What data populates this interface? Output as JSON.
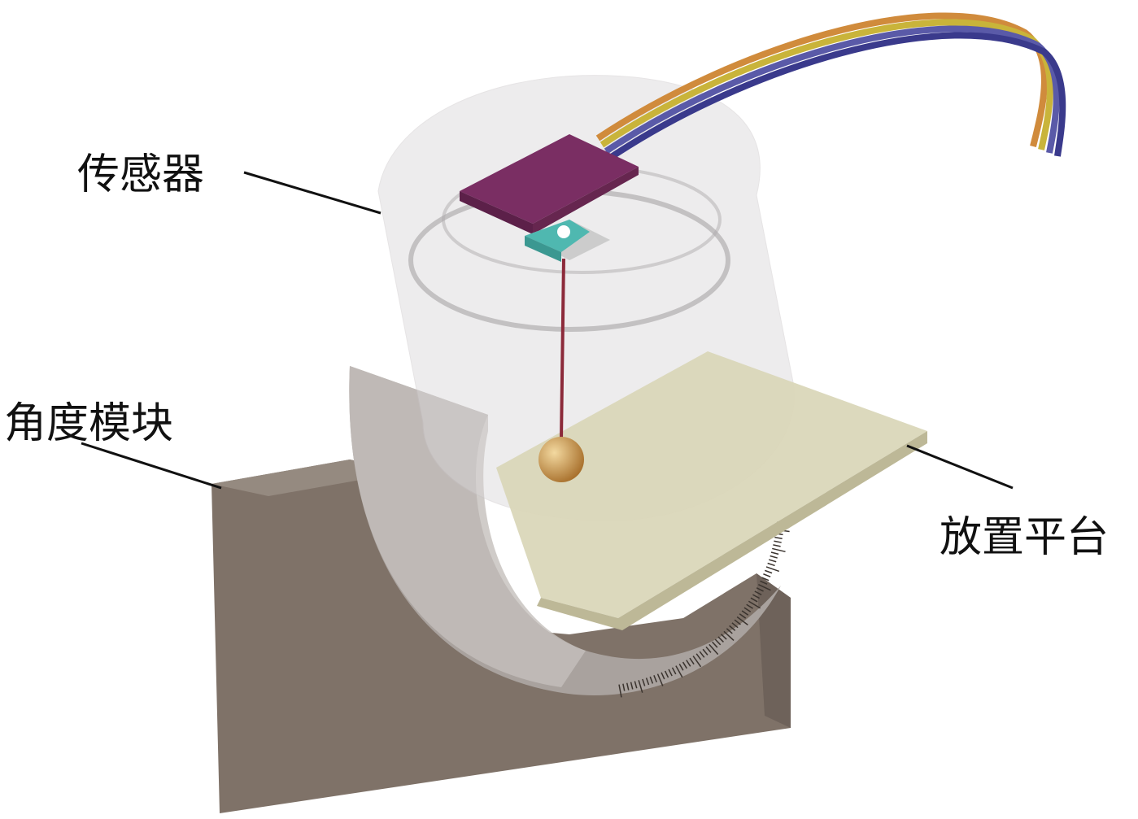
{
  "labels": {
    "sensor": "传感器",
    "angle_module": "角度模块",
    "platform": "放置平台"
  },
  "colors": {
    "base": "#7f7268",
    "base_top": "#8c8076",
    "cradle": "#a8a09c",
    "cylinder": "#d9d6d8",
    "platform": "#d9d6b8",
    "sensor": "#7a2e63",
    "mount": "#4fb8b0",
    "string": "#8c2a3a",
    "ball": "#c8924a",
    "cables": [
      "#d08b3c",
      "#c9b43a",
      "#5a5aa8",
      "#3a3a8c"
    ]
  }
}
